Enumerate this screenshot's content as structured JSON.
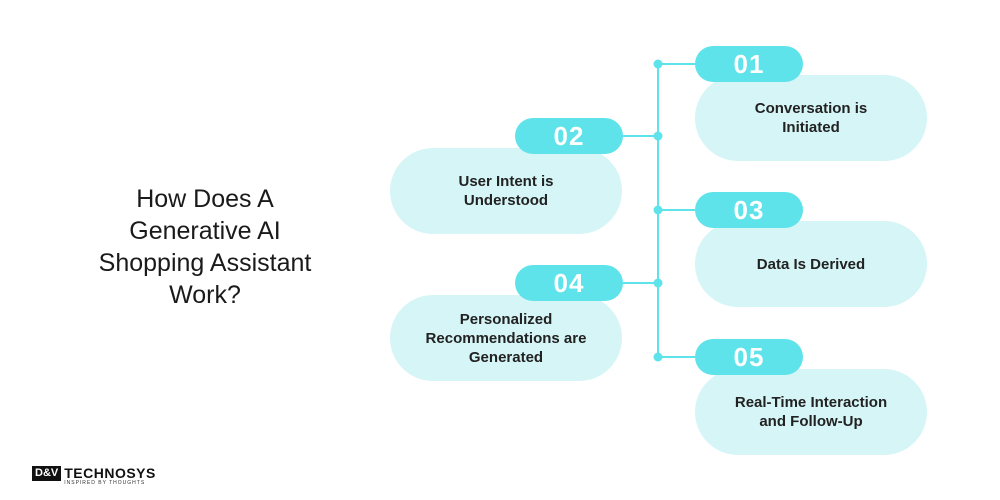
{
  "title": {
    "lines": [
      "How Does A",
      "Generative AI",
      "Shopping Assistant",
      "Work?"
    ]
  },
  "steps": [
    {
      "number": "01",
      "lines": [
        "Conversation is",
        "Initiated"
      ]
    },
    {
      "number": "02",
      "lines": [
        "User Intent is",
        "Understood"
      ]
    },
    {
      "number": "03",
      "lines": [
        "Data Is Derived"
      ]
    },
    {
      "number": "04",
      "lines": [
        "Personalized",
        "Recommendations are",
        "Generated"
      ]
    },
    {
      "number": "05",
      "lines": [
        "Real-Time Interaction",
        "and Follow-Up"
      ]
    }
  ],
  "logo": {
    "mark": "D&V",
    "name": "TECHNOSYS",
    "tagline": "INSPIRED BY THOUGHTS"
  },
  "colors": {
    "accent": "#5fe3eb",
    "card": "#d5f5f7",
    "text": "#1a1a1a"
  }
}
